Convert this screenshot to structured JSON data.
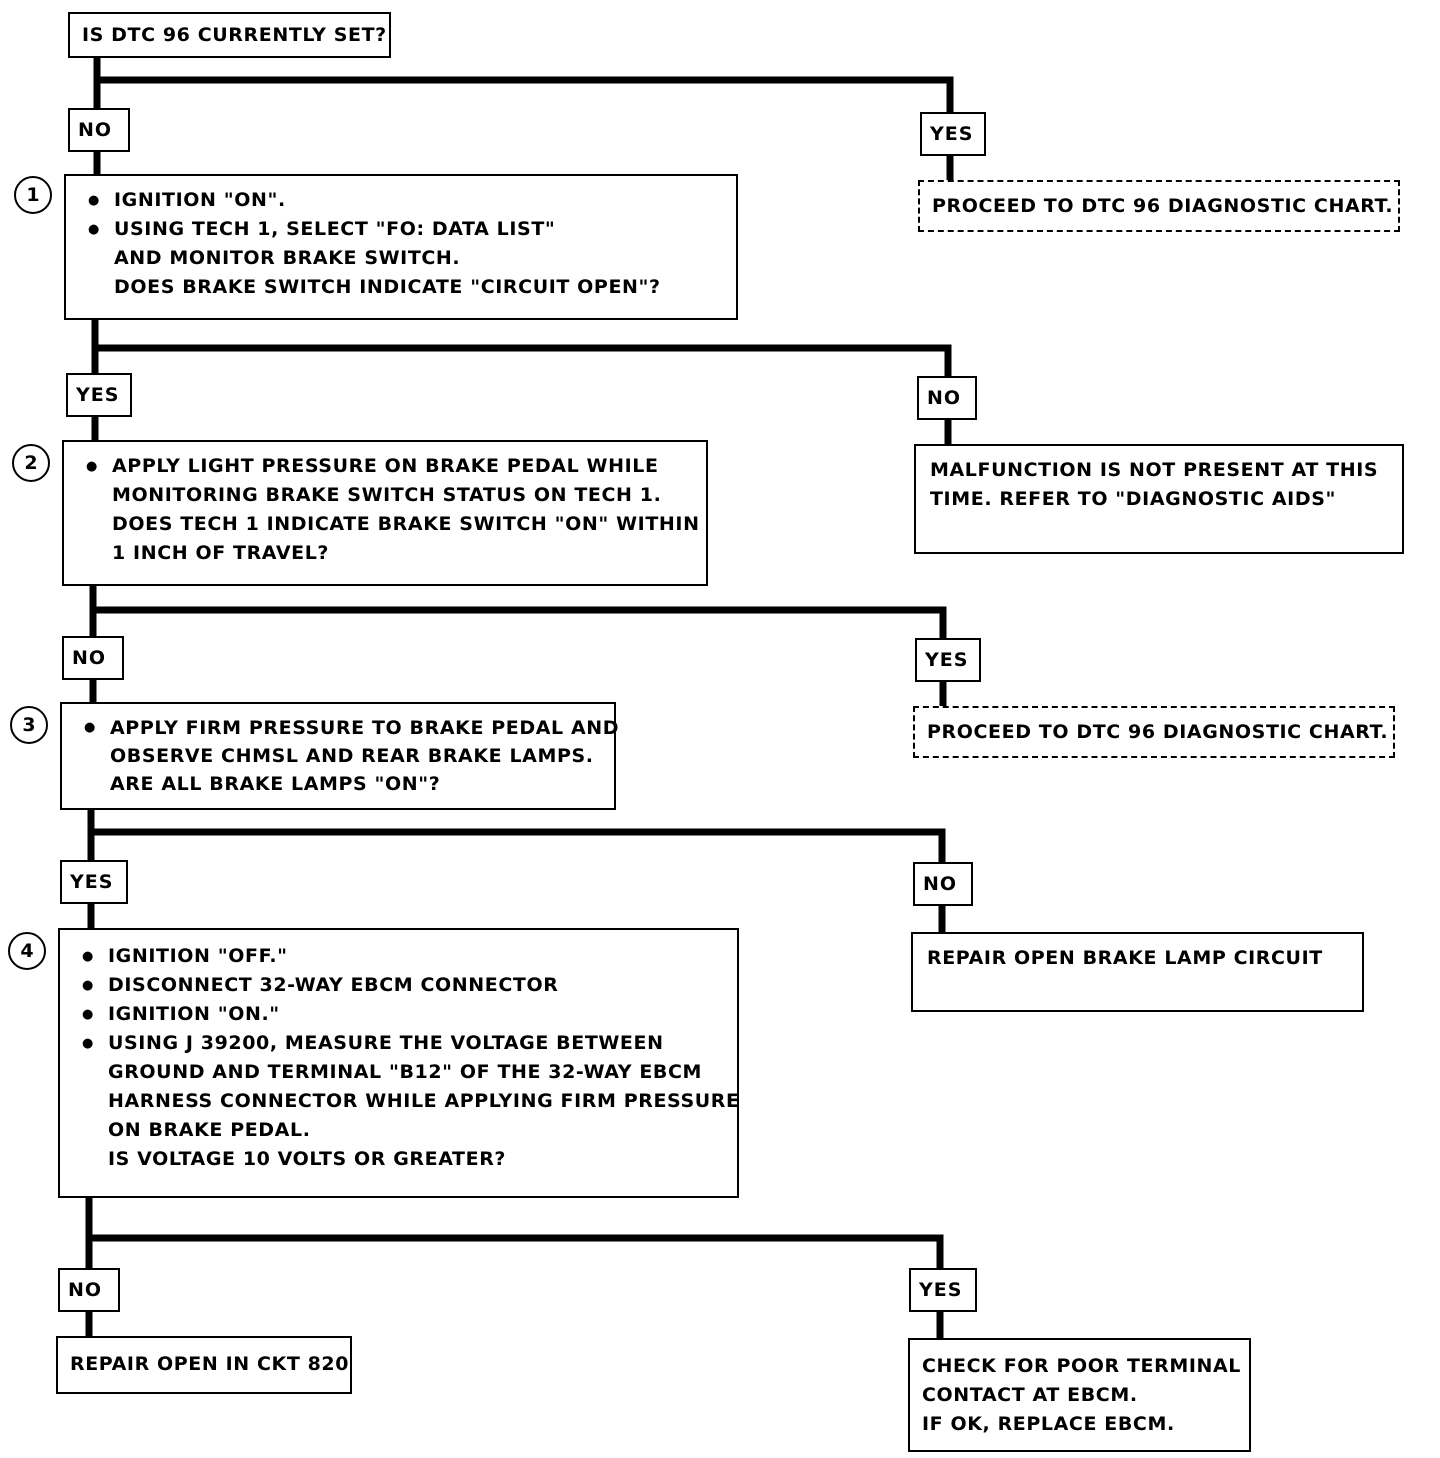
{
  "start": {
    "question": "IS DTC 96 CURRENTLY SET?"
  },
  "step1": {
    "no_label": "NO",
    "yes_label": "YES",
    "number": "1",
    "bullets": [
      "IGNITION \"ON\".",
      "USING TECH 1, SELECT \"FO: DATA LIST\""
    ],
    "lines": [
      "AND MONITOR BRAKE SWITCH.",
      "DOES BRAKE SWITCH INDICATE \"CIRCUIT OPEN\"?"
    ],
    "yes_result": "PROCEED TO DTC 96 DIAGNOSTIC CHART."
  },
  "step2": {
    "yes_label": "YES",
    "no_label": "NO",
    "number": "2",
    "bullets": [
      "APPLY LIGHT PRESSURE ON BRAKE PEDAL WHILE"
    ],
    "lines": [
      "MONITORING BRAKE SWITCH STATUS ON TECH 1.",
      "DOES TECH 1 INDICATE BRAKE SWITCH \"ON\" WITHIN",
      "1 INCH OF TRAVEL?"
    ],
    "no_result": [
      "MALFUNCTION IS NOT PRESENT AT THIS",
      "TIME. REFER TO \"DIAGNOSTIC AIDS\""
    ]
  },
  "step3": {
    "no_label": "NO",
    "yes_label": "YES",
    "number": "3",
    "bullets": [
      "APPLY FIRM PRESSURE TO BRAKE PEDAL AND"
    ],
    "lines": [
      "OBSERVE CHMSL AND REAR BRAKE LAMPS.",
      "ARE ALL BRAKE LAMPS \"ON\"?"
    ],
    "yes_result": "PROCEED TO DTC 96 DIAGNOSTIC CHART."
  },
  "step4": {
    "yes_label": "YES",
    "no_label": "NO",
    "number": "4",
    "bullets": [
      "IGNITION \"OFF.\"",
      "DISCONNECT 32-WAY EBCM CONNECTOR",
      "IGNITION \"ON.\"",
      "USING J 39200, MEASURE THE VOLTAGE BETWEEN"
    ],
    "lines": [
      "GROUND AND TERMINAL \"B12\" OF THE 32-WAY EBCM",
      "HARNESS CONNECTOR WHILE APPLYING FIRM PRESSURE",
      "ON BRAKE PEDAL.",
      "IS VOLTAGE 10 VOLTS OR GREATER?"
    ],
    "no_result": "REPAIR OPEN BRAKE LAMP CIRCUIT"
  },
  "step5": {
    "no_label": "NO",
    "yes_label": "YES",
    "no_result": "REPAIR OPEN IN CKT 820",
    "yes_result": [
      "CHECK FOR POOR TERMINAL",
      "CONTACT AT EBCM.",
      "IF OK, REPLACE EBCM."
    ]
  }
}
